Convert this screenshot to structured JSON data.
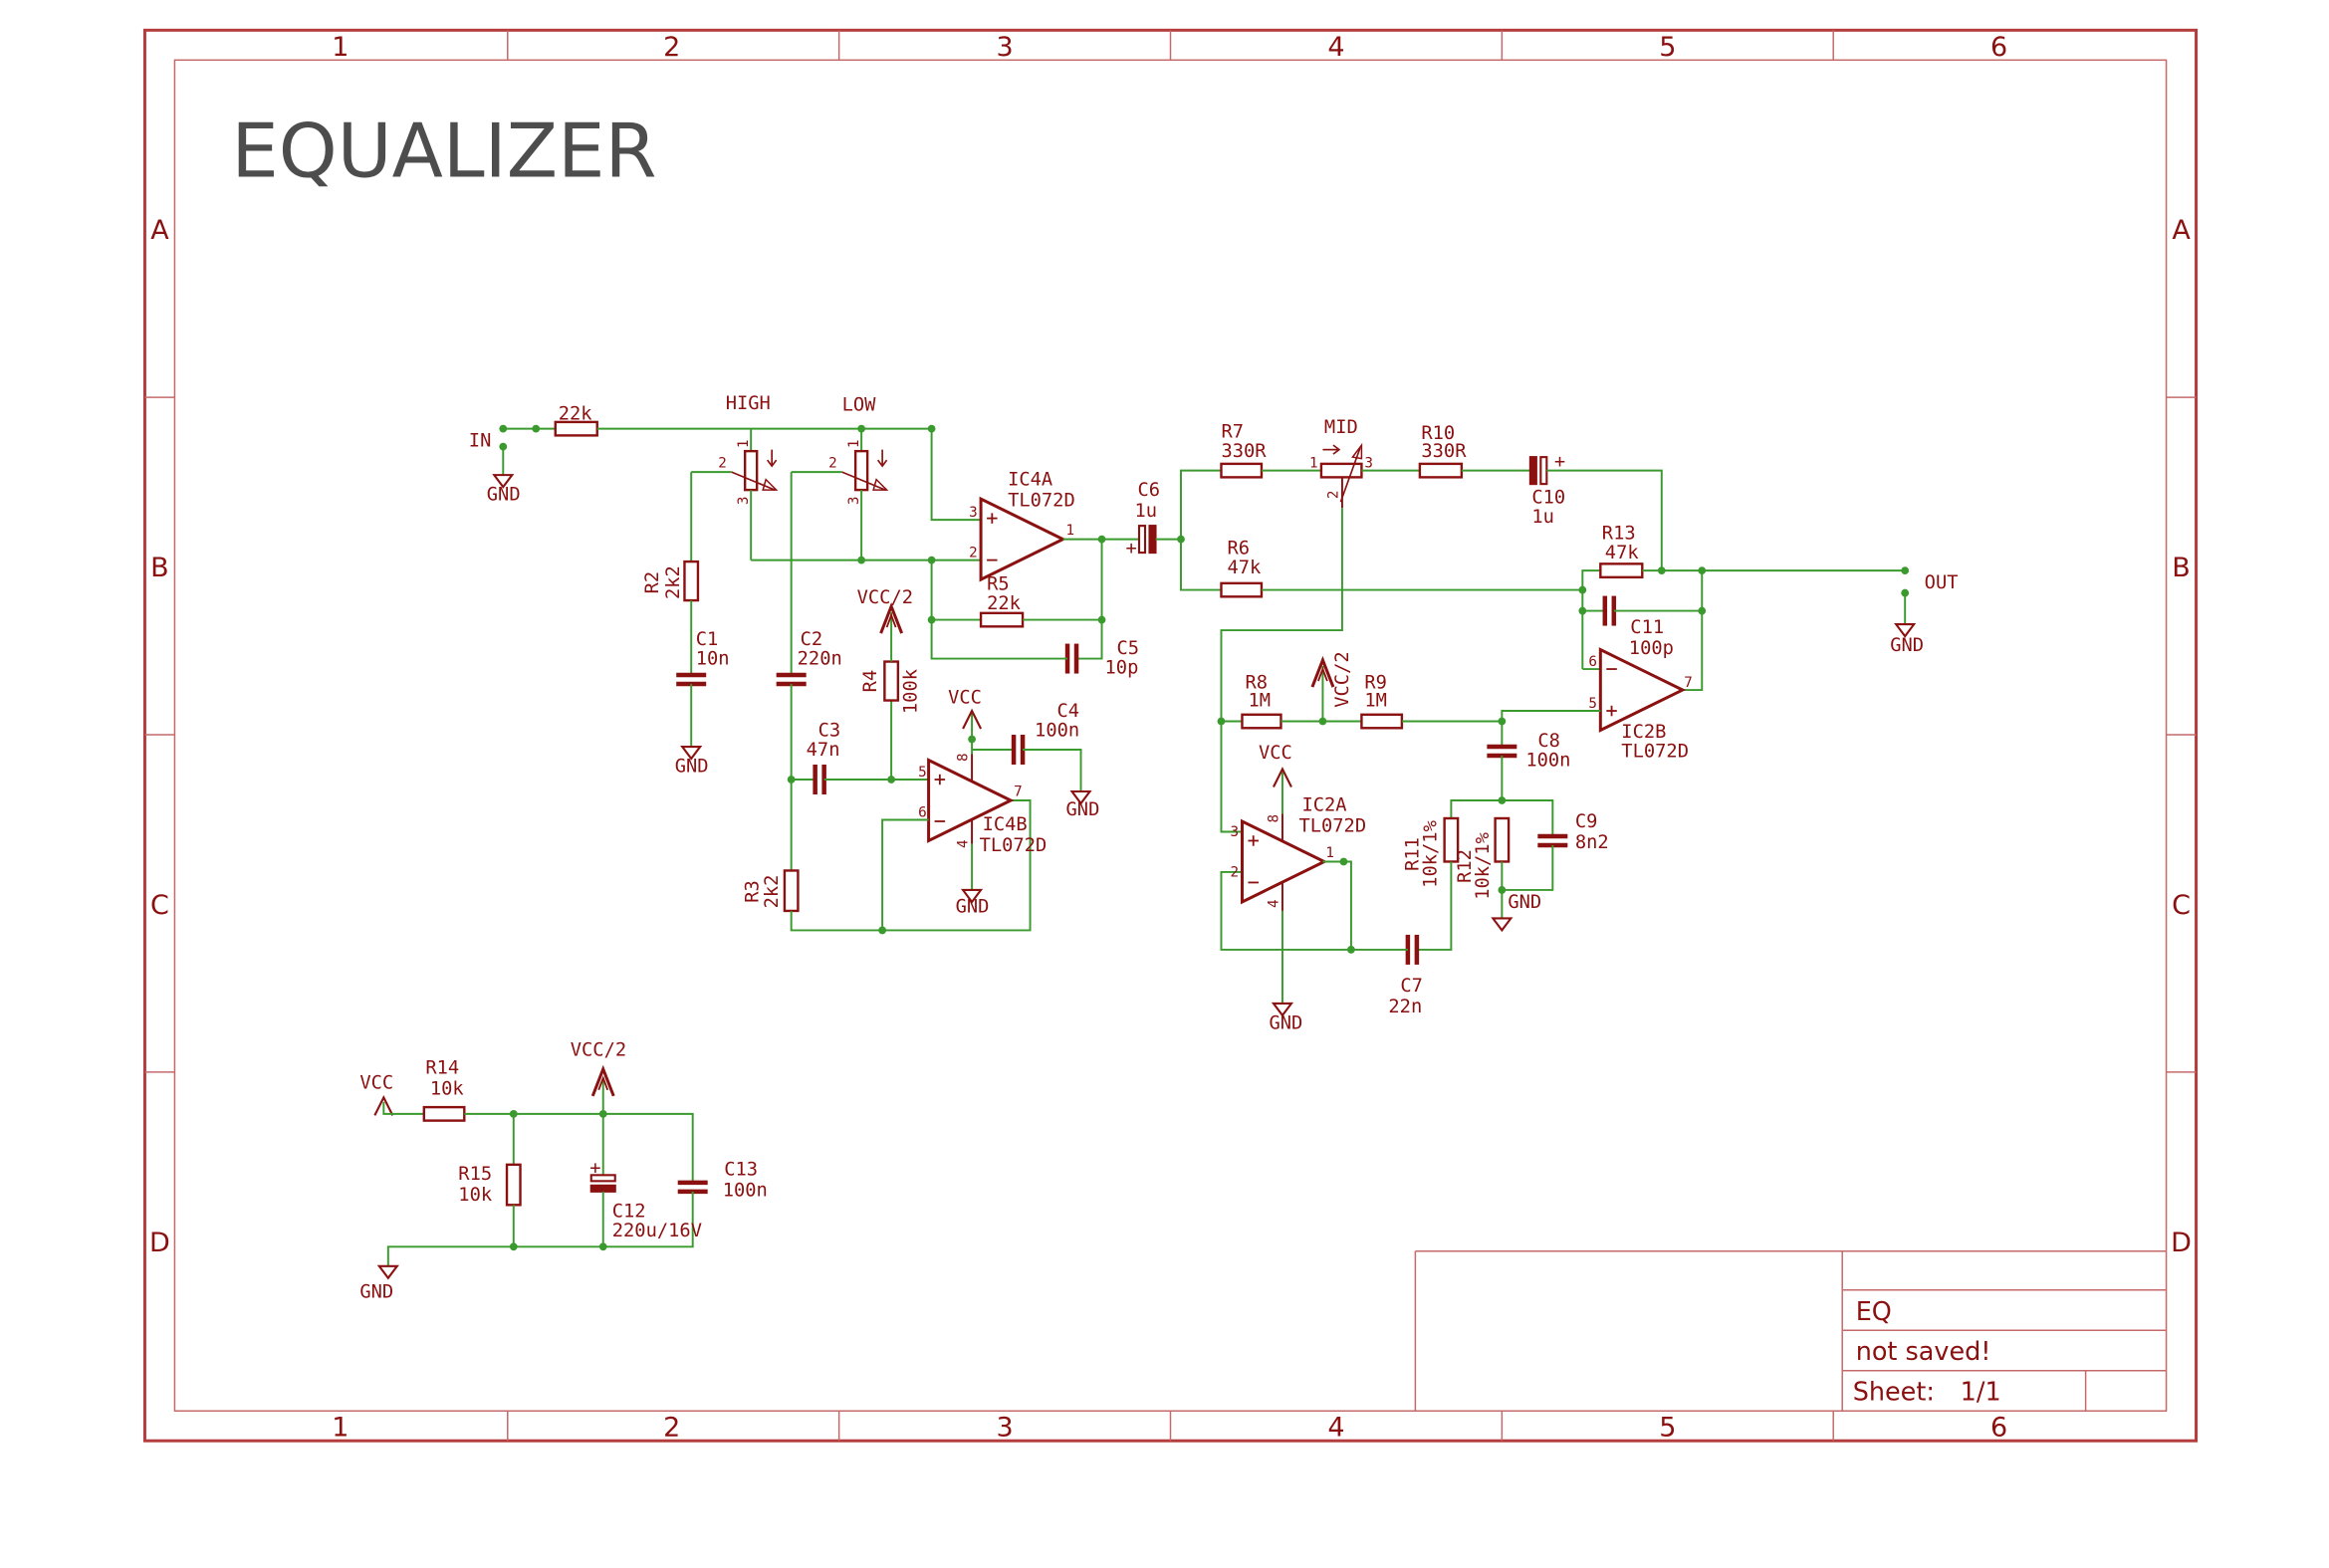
{
  "title": "EQUALIZER",
  "colors": {
    "wire": "#3a9a2e",
    "part": "#8b1010",
    "frame": "#b43c3c",
    "frame_inner": "#c46a6a",
    "title": "#4d4d4d"
  },
  "frame": {
    "columns": [
      "1",
      "2",
      "3",
      "4",
      "5",
      "6"
    ],
    "rows": [
      "A",
      "B",
      "C",
      "D"
    ]
  },
  "title_block": {
    "name": "EQ",
    "status": "not saved!",
    "sheet_label": "Sheet:",
    "sheet_value": "1/1"
  },
  "nets": {
    "in": "IN",
    "out": "OUT",
    "gnd": "GND",
    "vcc": "VCC",
    "vcc_half": "VCC/2"
  },
  "parts": {
    "r1": {
      "value": "22k"
    },
    "high": {
      "name": "HIGH",
      "pins": [
        "1",
        "2",
        "3"
      ]
    },
    "low": {
      "name": "LOW",
      "pins": [
        "1",
        "2",
        "3"
      ]
    },
    "mid": {
      "name": "MID",
      "pins": [
        "1",
        "2",
        "3"
      ]
    },
    "r2": {
      "ref": "R2",
      "value": "2k2"
    },
    "r3": {
      "ref": "R3",
      "value": "2k2"
    },
    "r4": {
      "ref": "R4",
      "value": "100k"
    },
    "r5": {
      "ref": "R5",
      "value": "22k"
    },
    "r6": {
      "ref": "R6",
      "value": "47k"
    },
    "r7": {
      "ref": "R7",
      "value": "330R"
    },
    "r8": {
      "ref": "R8",
      "value": "1M"
    },
    "r9": {
      "ref": "R9",
      "value": "1M"
    },
    "r10": {
      "ref": "R10",
      "value": "330R"
    },
    "r11": {
      "ref": "R11",
      "value": "10k/1%"
    },
    "r12": {
      "ref": "R12",
      "value": "10k/1%"
    },
    "r13": {
      "ref": "R13",
      "value": "47k"
    },
    "r14": {
      "ref": "R14",
      "value": "10k"
    },
    "r15": {
      "ref": "R15",
      "value": "10k"
    },
    "c1": {
      "ref": "C1",
      "value": "10n"
    },
    "c2": {
      "ref": "C2",
      "value": "220n"
    },
    "c3": {
      "ref": "C3",
      "value": "47n"
    },
    "c4": {
      "ref": "C4",
      "value": "100n"
    },
    "c5": {
      "ref": "C5",
      "value": "10p"
    },
    "c6": {
      "ref": "C6",
      "value": "1u",
      "polarity": "+"
    },
    "c7": {
      "ref": "C7",
      "value": "22n"
    },
    "c8": {
      "ref": "C8",
      "value": "100n"
    },
    "c9": {
      "ref": "C9",
      "value": "8n2"
    },
    "c10": {
      "ref": "C10",
      "value": "1u",
      "polarity": "+"
    },
    "c11": {
      "ref": "C11",
      "value": "100p"
    },
    "c12": {
      "ref": "C12",
      "value": "220u/16V",
      "polarity": "+"
    },
    "c13": {
      "ref": "C13",
      "value": "100n"
    },
    "ic4a": {
      "ref": "IC4A",
      "value": "TL072D",
      "pins": [
        "3",
        "2",
        "1"
      ]
    },
    "ic4b": {
      "ref": "IC4B",
      "value": "TL072D",
      "pins": [
        "5",
        "6",
        "7",
        "8",
        "4"
      ]
    },
    "ic2a": {
      "ref": "IC2A",
      "value": "TL072D",
      "pins": [
        "3",
        "2",
        "1",
        "8",
        "4"
      ]
    },
    "ic2b": {
      "ref": "IC2B",
      "value": "TL072D",
      "pins": [
        "5",
        "6",
        "7"
      ]
    }
  }
}
